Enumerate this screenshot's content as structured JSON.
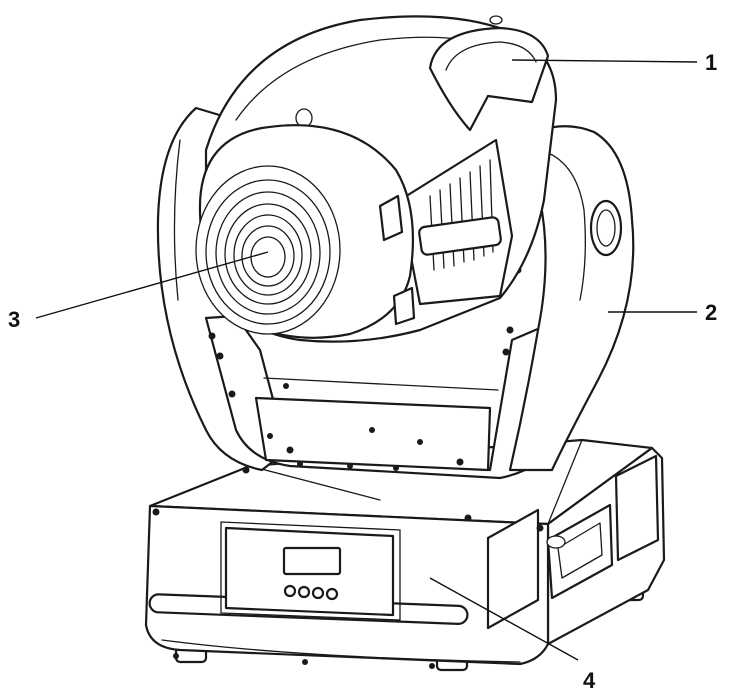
{
  "callouts": [
    {
      "number": "1",
      "part": "head"
    },
    {
      "number": "2",
      "part": "yoke"
    },
    {
      "number": "3",
      "part": "lens"
    },
    {
      "number": "4",
      "part": "base"
    }
  ],
  "display": {
    "buttons": 4
  },
  "colors": {
    "line": "#1a1a1a",
    "background": "#ffffff"
  }
}
